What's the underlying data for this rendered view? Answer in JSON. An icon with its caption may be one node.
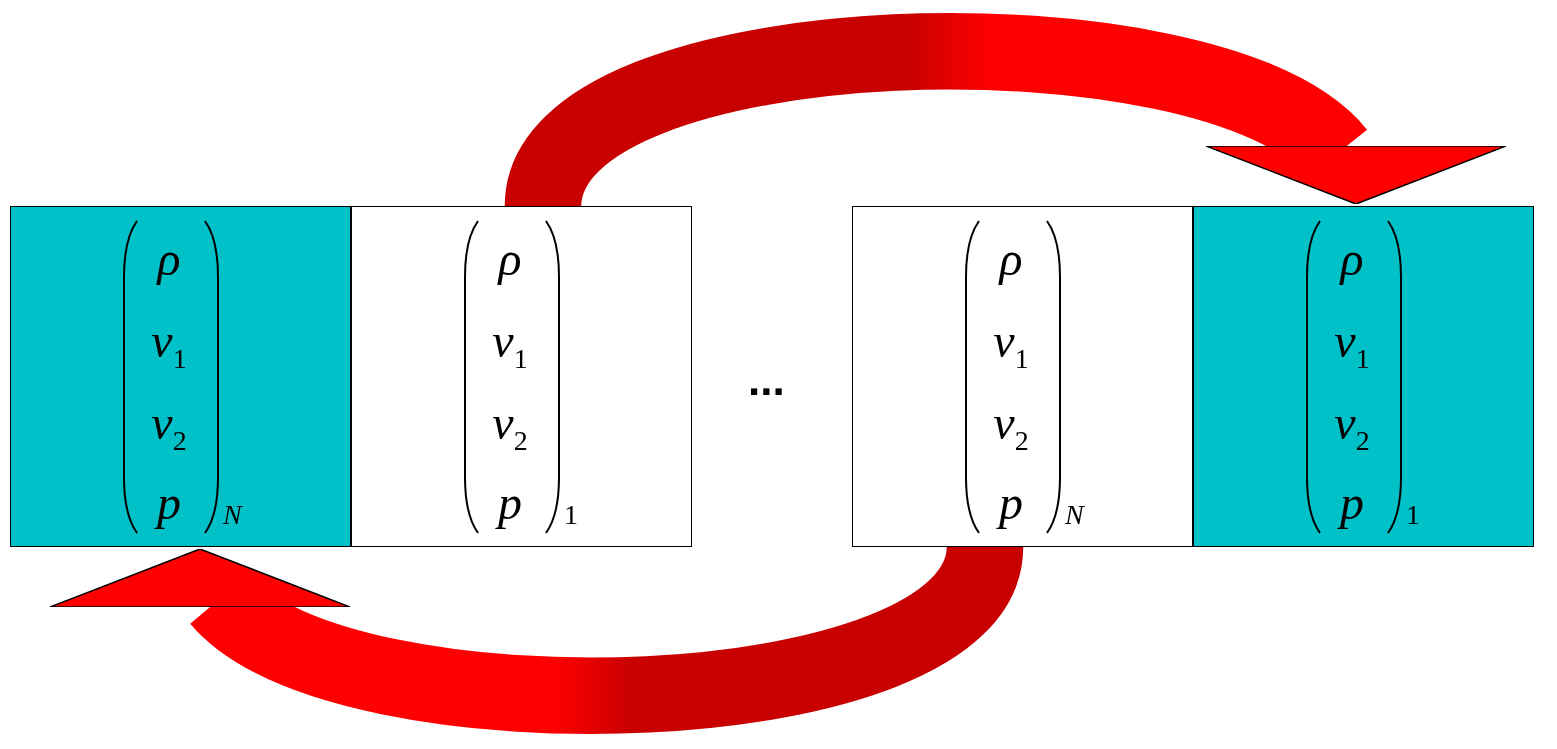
{
  "diagram": {
    "nodes": [
      {
        "text": [
          "ρ",
          "v$_{1}$",
          "v$_{2}$",
          "p",
          "N"
        ]
      },
      {
        "text": [
          "ρ",
          "v$_{1}$",
          "v$_{2}$",
          "p",
          "1"
        ]
      },
      {
        "text": [
          "ρ",
          "v$_{1}$",
          "v$_{2}$",
          "p",
          "N"
        ]
      },
      {
        "text": [
          "ρ",
          "v$_{1}$",
          "v$_{2}$",
          "p",
          "1"
        ]
      }
    ],
    "edges": [
      {
        "from": 1,
        "to": 3,
        "arrow": "to",
        "style": "thick"
      },
      {
        "from": 2,
        "to": 0,
        "arrow": "to",
        "style": "thick"
      }
    ],
    "labels": [
      "..."
    ]
  }
}
